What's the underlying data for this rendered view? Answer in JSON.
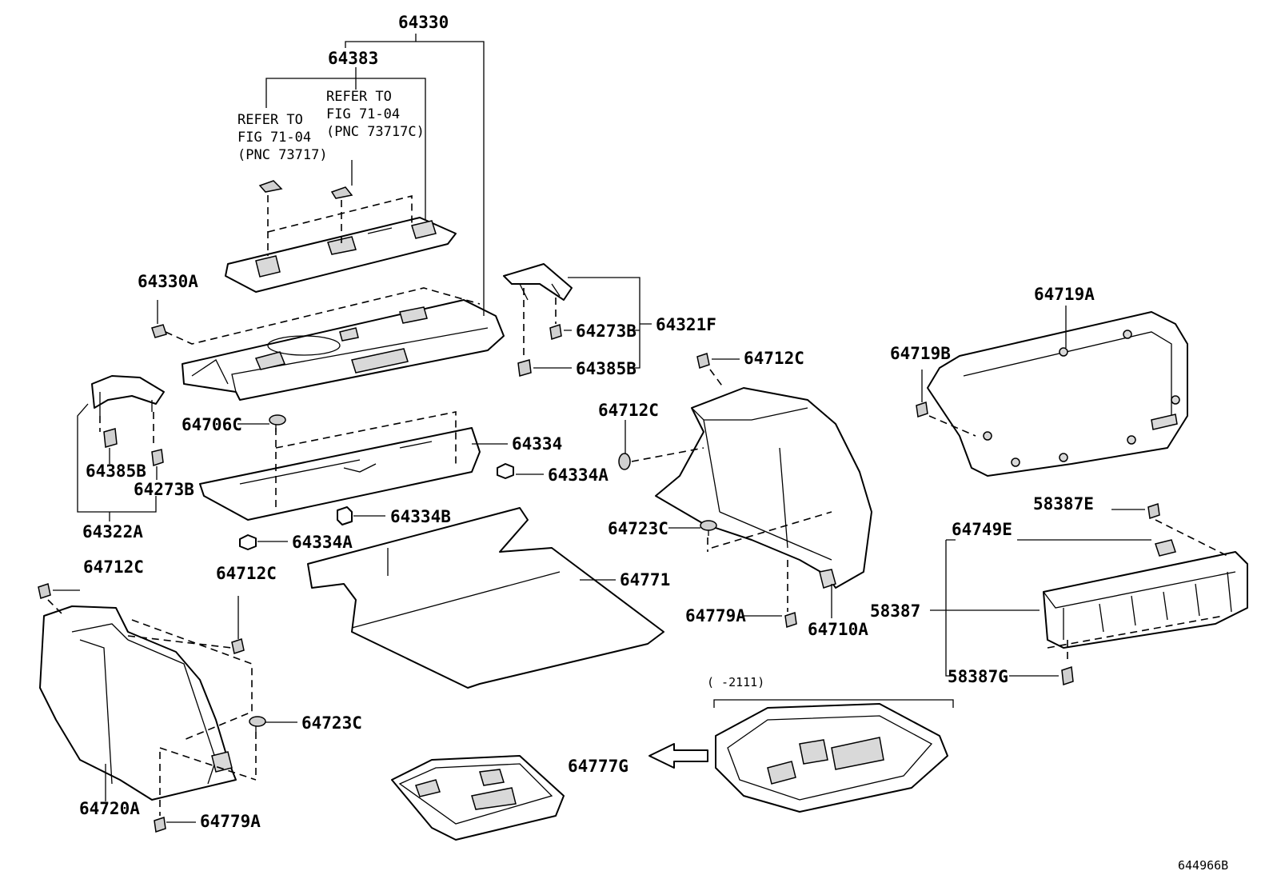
{
  "diagram_id": "644966B",
  "labels": {
    "p64330": "64330",
    "p64383": "64383",
    "p64330A": "64330A",
    "p64273B_upper": "64273B",
    "p64321F": "64321F",
    "p64385B_upper": "64385B",
    "p64719A": "64719A",
    "p64719B": "64719B",
    "p64712C_right_top": "64712C",
    "p64712C_right_mid": "64712C",
    "p64706C": "64706C",
    "p64334": "64334",
    "p64334A_right": "64334A",
    "p64385B_left": "64385B",
    "p64273B_left": "64273B",
    "p64322A": "64322A",
    "p64334B": "64334B",
    "p64334A_left": "64334A",
    "p64723C_right": "64723C",
    "p58387E": "58387E",
    "p64749E": "64749E",
    "p64712C_left_top": "64712C",
    "p64712C_left_mid": "64712C",
    "p64771": "64771",
    "p58387": "58387",
    "p64779A_right": "64779A",
    "p64710A": "64710A",
    "p58387G": "58387G",
    "p64723C_left": "64723C",
    "p64777G": "64777G",
    "p64720A": "64720A",
    "p64779A_left": "64779A"
  },
  "notes": {
    "left": [
      "REFER TO",
      "FIG 71-04",
      "(PNC 73717)"
    ],
    "right": [
      "REFER TO",
      "FIG 71-04",
      "(PNC 73717C)"
    ]
  },
  "date_range": "(     -2111)"
}
